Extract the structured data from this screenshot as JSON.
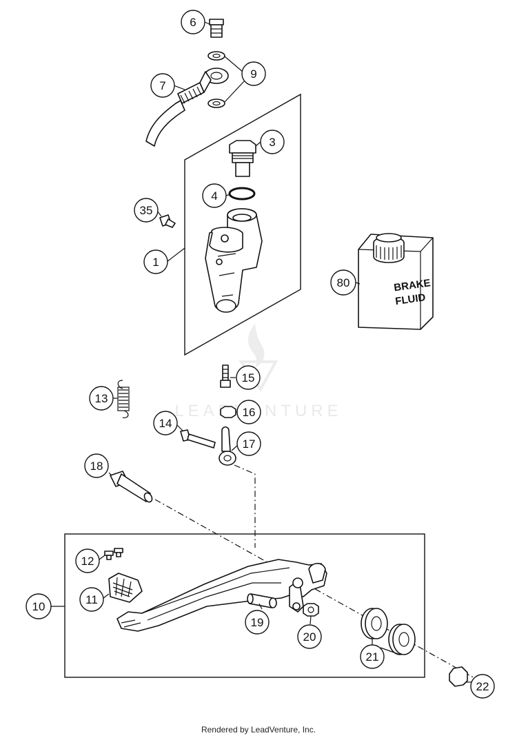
{
  "callouts": {
    "c1": "1",
    "c3": "3",
    "c4": "4",
    "c6": "6",
    "c7": "7",
    "c9": "9",
    "c10": "10",
    "c11": "11",
    "c12": "12",
    "c13": "13",
    "c14": "14",
    "c15": "15",
    "c16": "16",
    "c17": "17",
    "c18": "18",
    "c19": "19",
    "c20": "20",
    "c21": "21",
    "c22": "22",
    "c35": "35",
    "c80": "80"
  },
  "can_label": {
    "line1": "BRAKE",
    "line2": "FLUID"
  },
  "watermark": "LEADVENTURE",
  "footer": "Rendered by LeadVenture, Inc."
}
